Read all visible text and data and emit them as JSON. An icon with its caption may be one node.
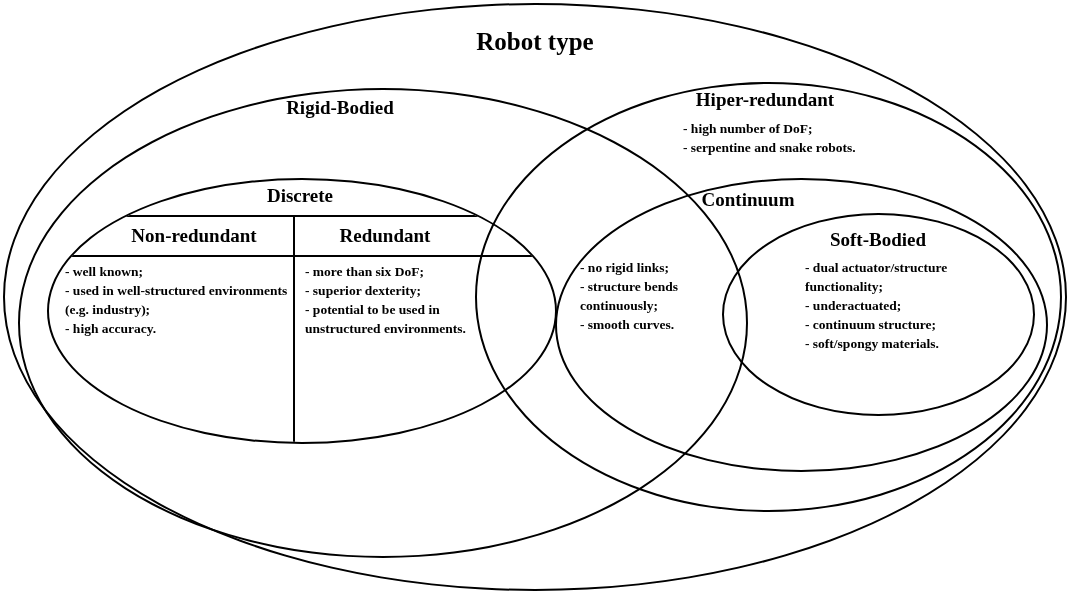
{
  "diagram": {
    "nodes": [
      {
        "text": [
          "Robot type"
        ]
      },
      {
        "text": [
          "Rigid-Bodied"
        ],
        "in": 0
      },
      {
        "text": [
          "Hiper-redundant",
          "- high number of DoF;",
          "- serpentine and snake robots."
        ],
        "in": 0
      },
      {
        "text": [
          "Discrete"
        ],
        "in": 1
      },
      {
        "text": [
          "Non-redundant",
          "- well known;",
          "- used in well-structured environments (e.g. industry);",
          "- high accuracy."
        ],
        "in": 3
      },
      {
        "text": [
          "Redundant",
          "- more than six DoF;",
          "- superior dexterity;",
          "- potential to be used in unstructured environments."
        ],
        "in": 3
      },
      {
        "text": [
          "Continuum",
          "- no rigid links;",
          "- structure bends continuously;",
          "- smooth curves."
        ],
        "in": 2
      },
      {
        "text": [
          "Soft-Bodied",
          "- dual actuator/structure functionality;",
          "- underactuated;",
          "- continuum structure;",
          "- soft/spongy materials."
        ],
        "in": 6
      }
    ]
  }
}
